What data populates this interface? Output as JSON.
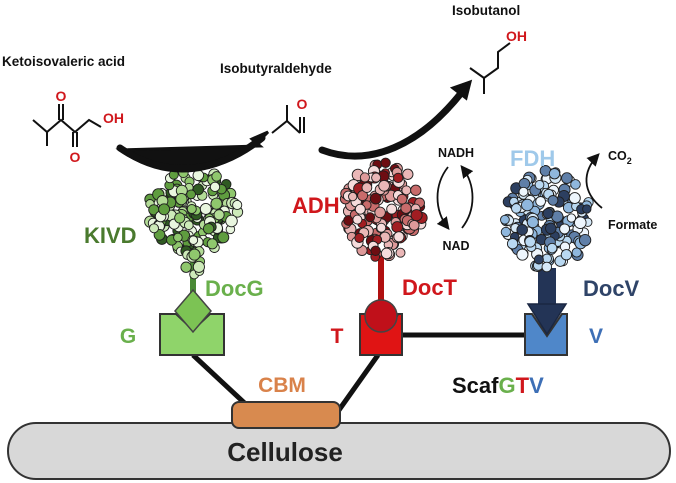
{
  "labels": {
    "ketoisovaleric_acid": "Ketoisovaleric acid",
    "isobutyraldehyde": "Isobutyraldehyde",
    "isobutanol": "Isobutanol",
    "oh_acid": "OH",
    "oh_alcohol": "OH",
    "o_acid_top": "O",
    "o_acid_bottom": "O",
    "o_aldehyde": "O",
    "nadh": "NADH",
    "nad": "NAD",
    "co2_base": "CO",
    "co2_sub": "2",
    "formate": "Formate",
    "kivd": "KIVD",
    "adh": "ADH",
    "fdh": "FDH",
    "docg": "DocG",
    "doct": "DocT",
    "docv": "DocV",
    "g": "G",
    "t": "T",
    "v": "V",
    "cbm": "CBM",
    "cellulose": "Cellulose",
    "scaf_prefix": "Scaf",
    "scaf_g": "G",
    "scaf_t": "T",
    "scaf_v": "V"
  },
  "colors": {
    "green_text": "#6ab04c",
    "dark_green_text": "#4a7a2e",
    "red_text": "#d0171c",
    "light_blue_text": "#9fc9ea",
    "navy_text": "#2f4468",
    "blue_text": "#3d6fb6",
    "orange_text": "#d9824a",
    "green_box": "#8fd46a",
    "red_box": "#e01414",
    "blue_box": "#4f87c9",
    "cbm_fill": "#d88a4f",
    "cellulose_fill": "#d8d8d8"
  },
  "icons": {
    "kivd": "protein-blob-green",
    "adh": "protein-blob-red",
    "fdh": "protein-blob-blue"
  }
}
